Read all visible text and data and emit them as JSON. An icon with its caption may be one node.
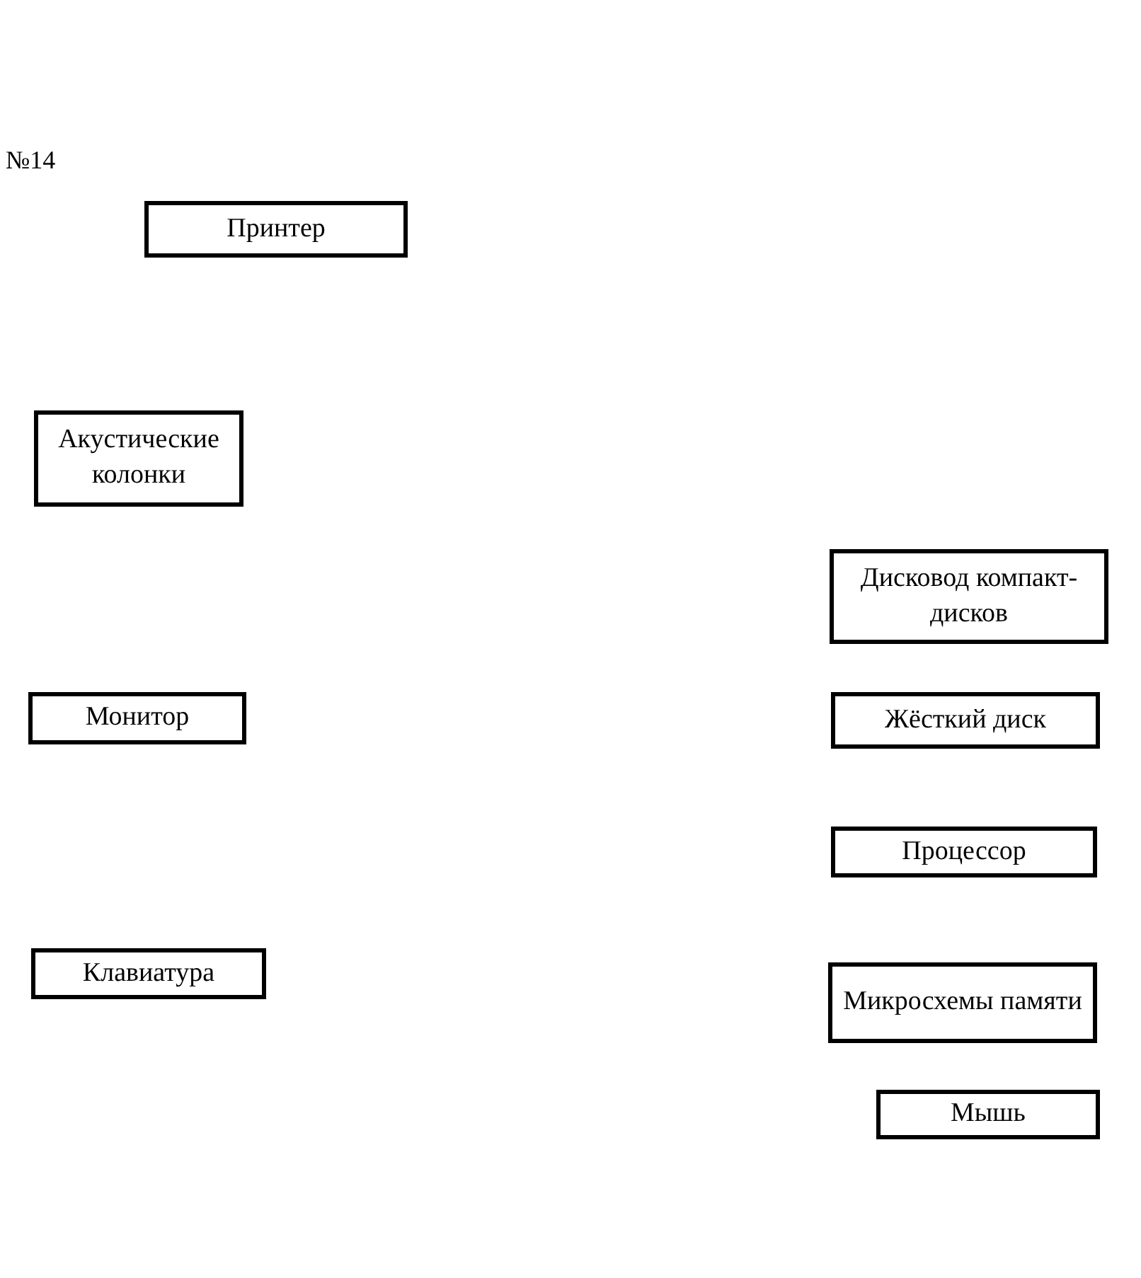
{
  "diagram": {
    "nodes": [
      {
        "text": [
          "Принтер"
        ]
      },
      {
        "text": [
          "Акустические колонки"
        ]
      },
      {
        "text": [
          "Дисковод компакт-дисков"
        ]
      },
      {
        "text": [
          "Монитор"
        ]
      },
      {
        "text": [
          "Жёсткий диск"
        ]
      },
      {
        "text": [
          "Процессор"
        ]
      },
      {
        "text": [
          "Клавиатура"
        ]
      },
      {
        "text": [
          "Микросхемы памяти"
        ]
      },
      {
        "text": [
          "Мышь"
        ]
      }
    ],
    "labels": [
      "№14"
    ]
  }
}
